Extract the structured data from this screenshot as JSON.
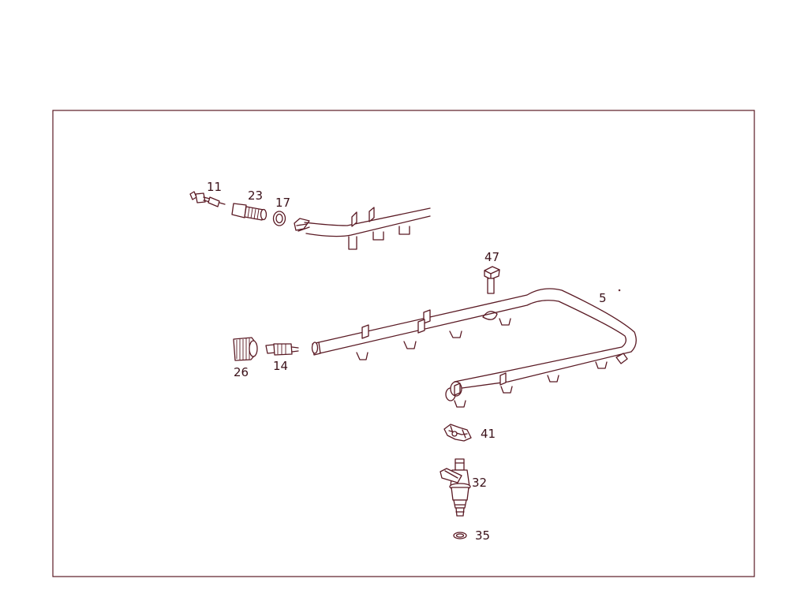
{
  "diagram": {
    "line_color": "#5a1a24",
    "text_color": "#3a1018",
    "callouts": [
      "11",
      "23",
      "17",
      "47",
      "5",
      "26",
      "14",
      "41",
      "32",
      "35"
    ]
  }
}
